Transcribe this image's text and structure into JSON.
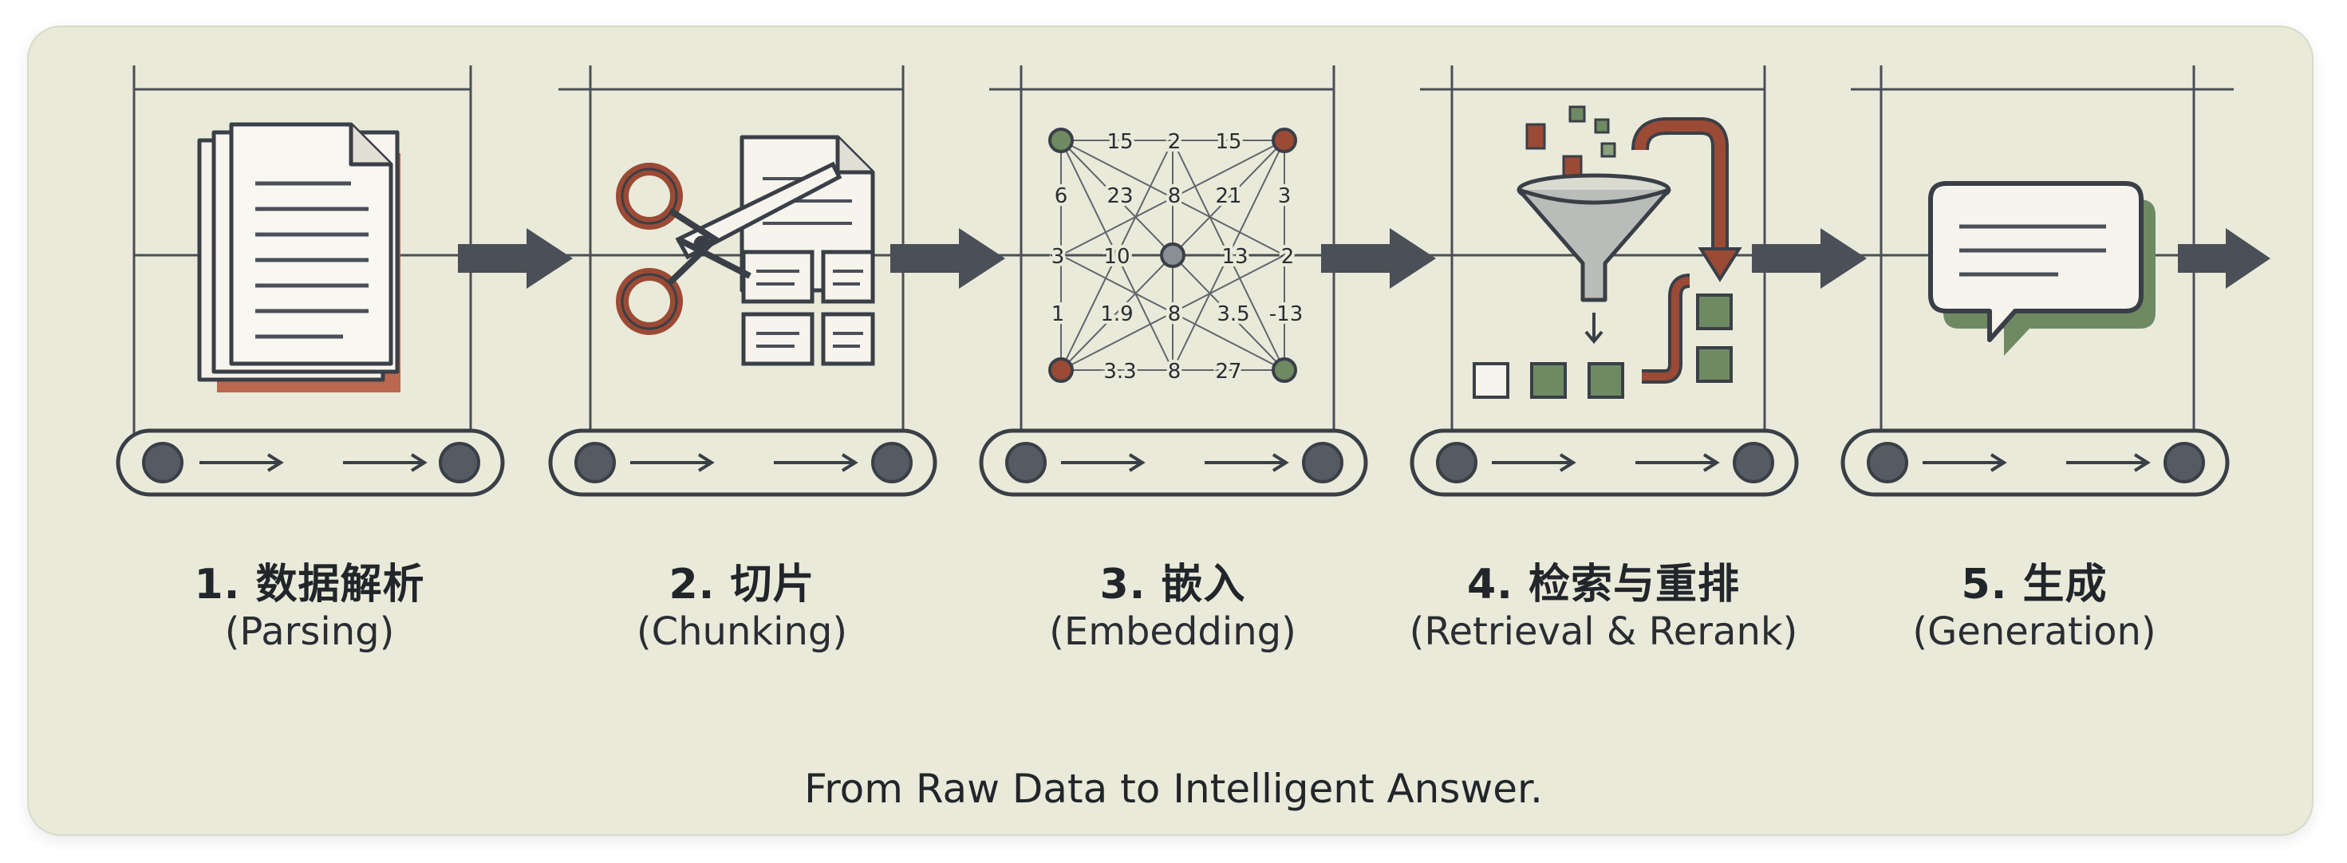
{
  "stages": [
    {
      "number": "1.",
      "title": "数据解析",
      "subtitle": "(Parsing)",
      "icon": "document-stack-icon"
    },
    {
      "number": "2.",
      "title": "切片",
      "subtitle": "(Chunking)",
      "icon": "scissors-icon"
    },
    {
      "number": "3.",
      "title": "嵌入",
      "subtitle": "(Embedding)",
      "icon": "vector-graph-icon"
    },
    {
      "number": "4.",
      "title": "检索与重排",
      "subtitle": "(Retrieval & Rerank)",
      "icon": "funnel-icon"
    },
    {
      "number": "5.",
      "title": "生成",
      "subtitle": "(Generation)",
      "icon": "speech-bubble-icon"
    }
  ],
  "stage_titles": [
    "1. 数据解析",
    "2. 切片",
    "3. 嵌入",
    "4. 检索与重排",
    "5. 生成"
  ],
  "embedding_numbers": {
    "top": [
      "15",
      "2",
      "15"
    ],
    "row2": [
      "6",
      "23",
      "8",
      "21",
      "3"
    ],
    "mid": [
      "3",
      "10",
      "13",
      "2"
    ],
    "row4": [
      "1",
      "1.9",
      "8",
      "3.5",
      "-13"
    ],
    "bottom": [
      "3.3",
      "8",
      "27"
    ]
  },
  "tagline": "From Raw Data to Intelligent Answer.",
  "colors": {
    "background": "#e9ead9",
    "ink": "#3a3f47",
    "rust": "#9b4a35",
    "sage": "#6e8a63",
    "grid": "#4a4f58"
  }
}
